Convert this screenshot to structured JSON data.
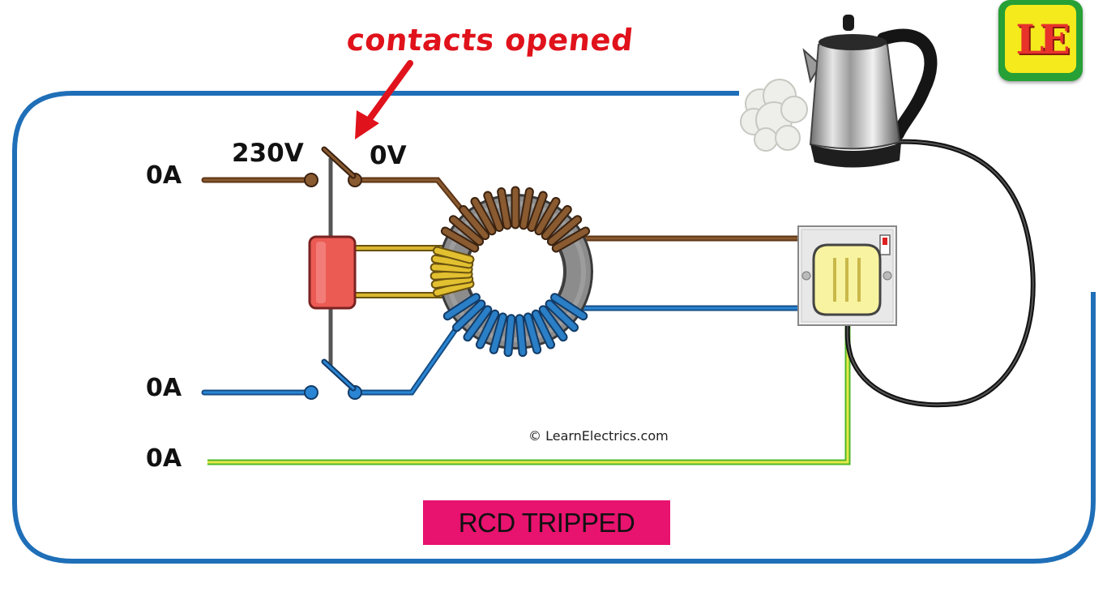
{
  "annotation": {
    "text": "contacts opened",
    "color": "#e0121b"
  },
  "labels": {
    "line_current": "0A",
    "neutral_current": "0A",
    "earth_current": "0A",
    "supply_voltage": "230V",
    "load_voltage": "0V"
  },
  "copyright": "© LearnElectrics.com",
  "status": {
    "text": "RCD TRIPPED",
    "color": "#e8126f"
  },
  "logo": {
    "text": "LE",
    "bg": "#27a036",
    "inner": "#f4ea1c",
    "letter": "#e8332b"
  },
  "colors": {
    "live": "#7a4a26",
    "neutral": "#1e6fb5",
    "earth_green": "#5fcf2a",
    "earth_yellow": "#e8e84a",
    "coil_yellow": "#d9b62f",
    "trip_coil": "#ec5a54",
    "border": "#1f6fb8"
  },
  "icons": [
    "kettle-icon",
    "steam-icon",
    "socket-icon",
    "plug-icon",
    "toroid-icon",
    "trip-coil-icon",
    "arrow-icon"
  ]
}
